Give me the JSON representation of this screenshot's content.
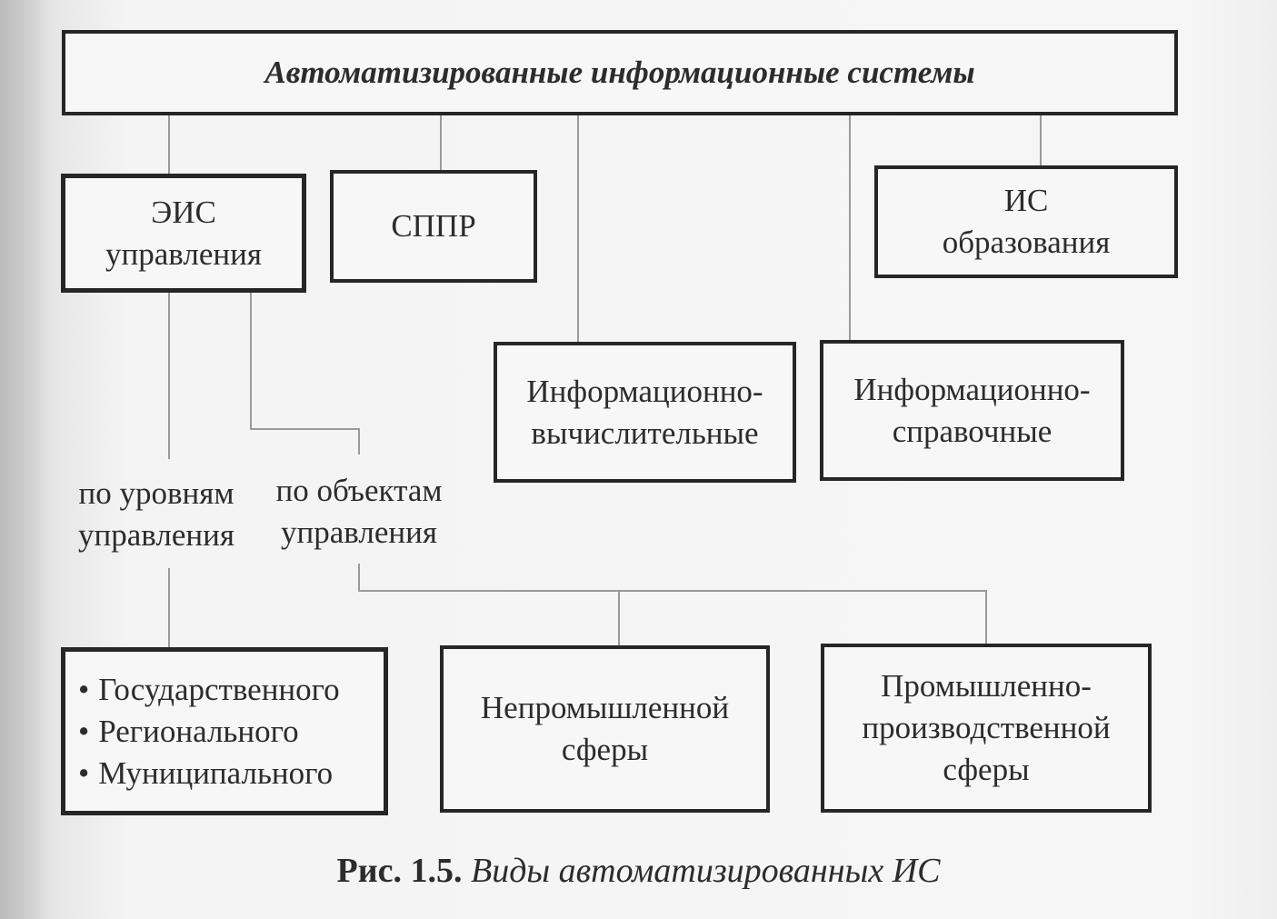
{
  "diagram": {
    "root": {
      "label": "Автоматизированные информационные системы"
    },
    "level1": [
      {
        "id": "eis",
        "lines": [
          "ЭИС",
          "управления"
        ]
      },
      {
        "id": "sppr",
        "lines": [
          "СППР"
        ]
      },
      {
        "id": "is-edu",
        "lines": [
          "ИС",
          "образования"
        ]
      }
    ],
    "level2": [
      {
        "id": "info-comp",
        "lines": [
          "Информационно-",
          "вычислительные"
        ]
      },
      {
        "id": "info-ref",
        "lines": [
          "Информационно-",
          "справочные"
        ]
      }
    ],
    "branch_labels": {
      "by_levels": [
        "по уровням",
        "управления"
      ],
      "by_objects": [
        "по объектам",
        "управления"
      ]
    },
    "bottom": {
      "levels_list": [
        "Государственного",
        "Регионального",
        "Муниципального"
      ],
      "nonindustrial": [
        "Непромышленной",
        "сферы"
      ],
      "industrial": [
        "Промышленно-",
        "производственной",
        "сферы"
      ]
    }
  },
  "caption": {
    "number": "Рис. 1.5.",
    "text": "Виды автоматизированных ИС"
  }
}
